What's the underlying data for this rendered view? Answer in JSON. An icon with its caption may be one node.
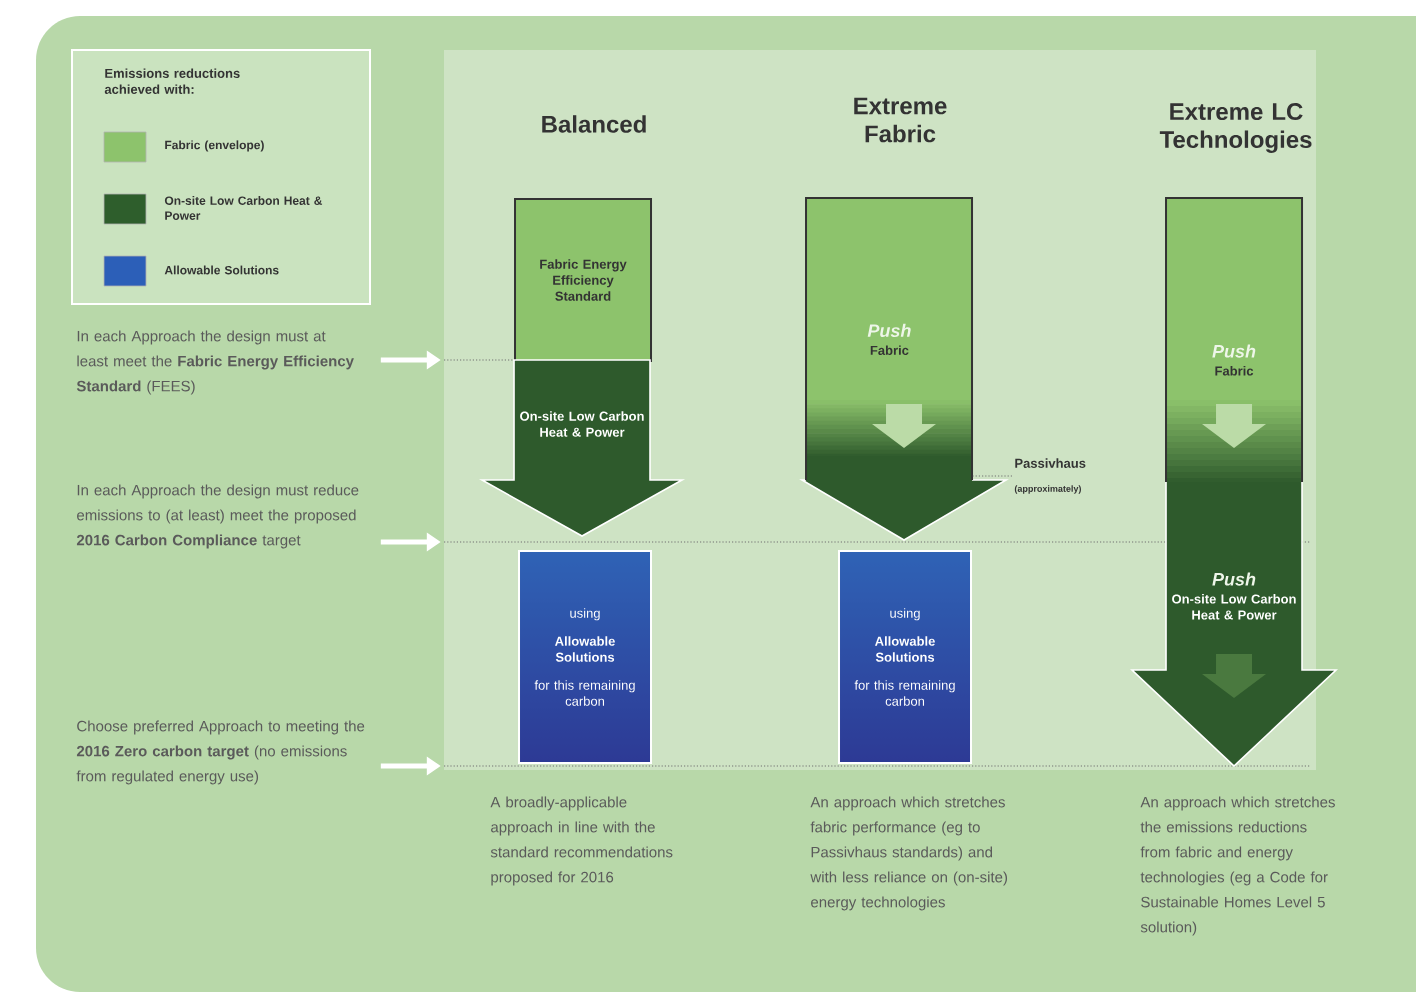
{
  "diagram": {
    "nodes": [
      {
        "text": [
          "In each Approach the design must at least meet the **Fabric Energy Efficiency Standard** (FEES)"
        ]
      },
      {
        "text": [
          "In each Approach the design must reduce emissions to (at least) meet the proposed **2016 Carbon Compliance** target"
        ]
      },
      {
        "text": [
          "Choose preferred Approach to meeting the **2016 Zero carbon target** (no emissions from regulated energy use)"
        ]
      },
      {
        "text": [
          "Balanced",
          "Fabric Energy Efficiency Standard"
        ]
      },
      {
        "text": [
          "On-site Low Carbon Heat & Power"
        ]
      },
      {
        "text": [
          "using",
          "Allowable Solutions",
          "for this remaining carbon"
        ]
      },
      {
        "text": [
          "Extreme Fabric",
          "Push",
          "Fabric"
        ]
      },
      {
        "text": [
          "Passivhaus",
          "(approximately)"
        ]
      },
      {
        "text": [
          "using",
          "Allowable Solutions",
          "for this remaining carbon"
        ]
      },
      {
        "text": [
          "Extreme LC Technologies",
          "Push",
          "Fabric",
          "Push",
          "On-site Low Carbon Heat & Power"
        ]
      }
    ],
    "edges": [
      {
        "from": 0,
        "to": null,
        "arrow": "to"
      },
      {
        "from": 1,
        "to": null,
        "arrow": "to"
      },
      {
        "from": 2,
        "to": null,
        "arrow": "to"
      },
      {
        "from": 7,
        "to": 6,
        "arrow": "none",
        "style": "dashed",
        "color": "#707070"
      }
    ],
    "labels": [
      "Emissions reductions achieved with:",
      "A broadly-applicable approach in line with the standard recommendations proposed for 2016",
      "An approach which stretches fabric performance (eg to Passivhaus standards) and with less reliance on (on-site) energy technologies",
      "An approach which stretches the emissions reductions from fabric and energy technologies (eg a Code for Sustainable Homes Level 5 solution)"
    ],
    "legend": [
      {
        "text": "Fabric (envelope)",
        "color": "#8dc36c"
      },
      {
        "text": "On-site Low Carbon Heat & Power",
        "color": "#2e5e2c"
      },
      {
        "text": "Allowable Solutions",
        "color": "#2c5fb8"
      }
    ]
  }
}
